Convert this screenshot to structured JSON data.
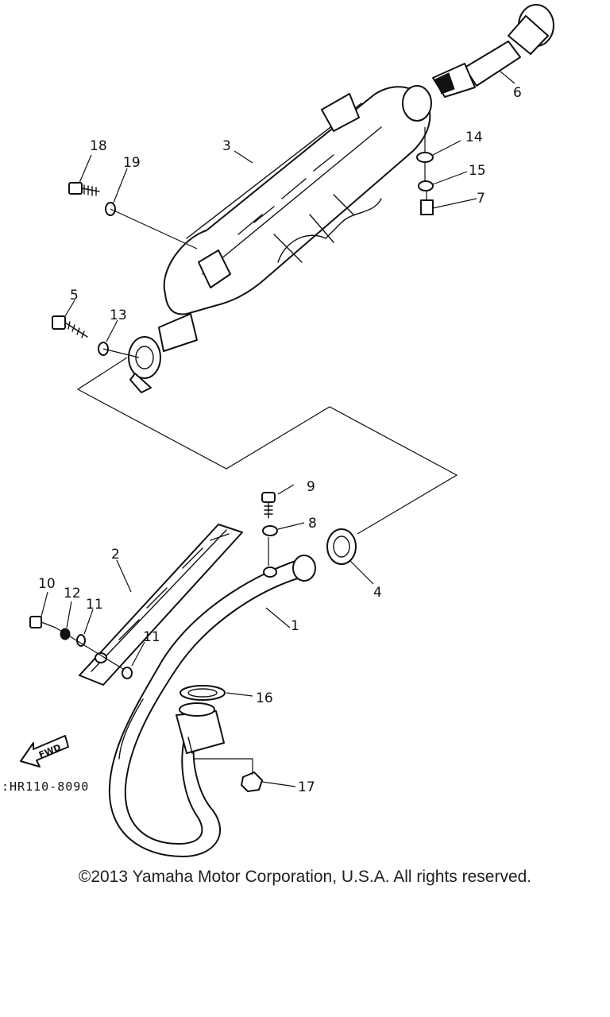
{
  "diagram": {
    "callouts": {
      "c1": "1",
      "c2": "2",
      "c3": "3",
      "c4": "4",
      "c5": "5",
      "c6": "6",
      "c7": "7",
      "c8": "8",
      "c9": "9",
      "c10": "10",
      "c11a": "11",
      "c11b": "11",
      "c12": "12",
      "c13": "13",
      "c14": "14",
      "c15": "15",
      "c16": "16",
      "c17": "17",
      "c18": "18",
      "c19": "19"
    },
    "fwd_label": "FWD",
    "figure_code": ":HR110-8090"
  },
  "footer": {
    "copyright": "©2013 Yamaha Motor Corporation, U.S.A. All rights reserved."
  }
}
